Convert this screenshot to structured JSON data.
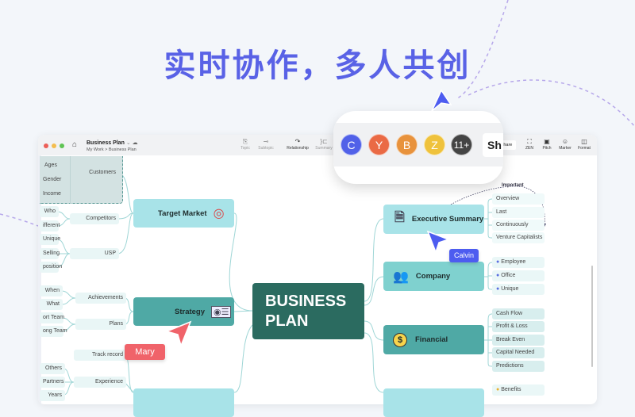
{
  "hero_title": "实时协作，多人共创",
  "window": {
    "doc_title": "Business Plan",
    "breadcrumb": [
      "My Work",
      "Business Plan"
    ],
    "breadcrumb_sep": ">",
    "toolbar": [
      "Topic",
      "Subtopic",
      "Relationship",
      "Summary"
    ],
    "share_label": "Share",
    "right_toolbar": [
      "ZEN",
      "Pitch",
      "Marker",
      "Format"
    ]
  },
  "collab": {
    "avatars": [
      "C",
      "Y",
      "B",
      "Z",
      "11+"
    ],
    "avatar_colors": [
      "#5161e8",
      "#ea6a45",
      "#e8923c",
      "#efc23c",
      "#444444"
    ],
    "share_partial": "Sh"
  },
  "cursors": {
    "calvin": "Calvin",
    "mary": "Mary"
  },
  "center": {
    "line1": "BUSINESS",
    "line2": "PLAN"
  },
  "left": {
    "target_market": "Target Market",
    "customers": "Customers",
    "customer_items": [
      "Ages",
      "Gender",
      "Income"
    ],
    "competitors": "Competitors",
    "competitor_items": [
      "Who",
      "ifferent"
    ],
    "usp": "USP",
    "usp_items": [
      "Unique",
      "Selling",
      "position"
    ],
    "strategy": "Strategy",
    "achievements": "Achievements",
    "achievement_items": [
      "When",
      "What"
    ],
    "plans": "Plans",
    "plan_items": [
      "ort Team",
      "ong Team"
    ],
    "track_record": "Track record",
    "experience": "Experience",
    "experience_items": [
      "Others",
      "Partners",
      "Years"
    ]
  },
  "right": {
    "executive_summary": "Executive Summary",
    "exec_items": [
      "Overview",
      "Last",
      "Continuously",
      "Venture Capitalists"
    ],
    "relationship_label": "Important",
    "company": "Company",
    "company_items": [
      "Employee",
      "Office",
      "Unique"
    ],
    "financial": "Financial",
    "financial_items": [
      "Cash Flow",
      "Profit & Loss",
      "Break Even",
      "Capital Needed",
      "Predictions"
    ],
    "bottom_items": [
      "Benefits"
    ]
  }
}
